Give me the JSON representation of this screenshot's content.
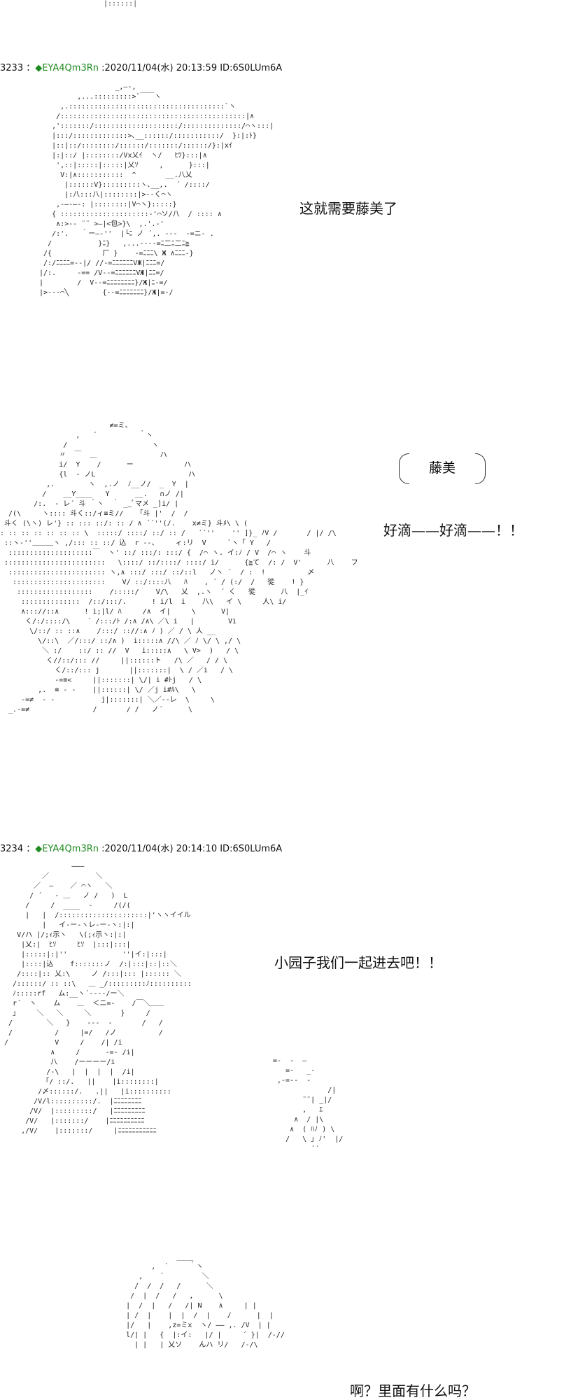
{
  "top_fragment": "|::::::|",
  "posts": [
    {
      "number": "3233",
      "sep": " ：",
      "diamond": "◆",
      "trip": "EYA4Qm3Rn",
      "meta": " :2020/11/04(水) 20:13:59 ID:6S0LUm6A"
    },
    {
      "number": "3234",
      "sep": " ：",
      "diamond": "◆",
      "trip": "EYA4Qm3Rn",
      "meta": " :2020/11/04(水) 20:14:10 ID:6S0LUm6A"
    }
  ],
  "dialogue": {
    "line1": "这就需要藤美了",
    "name_box": "藤美",
    "line2": "好滴——好滴——！！",
    "line3": "小园子我们一起进去吧！！",
    "line4": "啊？里面有什么吗？"
  },
  "art": {
    "figure1": "                   _,―-,\n          ,...:::::::::>¨￣￣ヽ\n      ,.:::::::::::::::::::::::::::::::::::::`ヽ\n     /::::::::::::::::::::::::::::::::::::::::::::|∧\n    ,':::::::/::::::::::::::::::::/::::::::::::::/⌒ヽ:::|\n    |:::/:::::::::::::>､__::::::/:::::::::::/  }:|:ﾄ}\n    |::|::/::::::::/::::::/:::::::/::::::/}:|xｲ\n    |:|::/ |::::::::/Vx乂ｲ  ヽ/   ﾋﾂ}:::|∧\n     ',::|:::::|:::::|乂ｿ     ,      }:::|\n      V:|∧:::::::::::  ^       __.八乂\n       |::::::V}:::::::::ヽ､__,.  ´ /::::/\n       |:八:::八|::::::::|>--く⌒ヽ\n     ,-―‐―‐: |::::::::|V⌒ヽ}:::::}\n    { :::::::::::::::::::::‐'⌒ソ/八  / :::: ∧\n     ∧:>‐‐ ¨¨ >―|<包>}\\  ,.'.-'\n    /:'.   ｀ー―‐''  |└ﾆ ノ ´,. ---  -=ニ‐ .\n   /           }ﾆ}   ,...-‐--=ﾆ二ﾆ二ﾆ≧\n  /{            厂 }    -=ﾆﾆﾆ\\ Ж ∧ﾆﾆﾆ-}\n  /:/ﾆﾆﾆﾆ=--|/ //‐=ﾆﾆﾆﾆﾆﾆVЖ|ﾆﾆﾆ=/\n |/:.     -== /V‐‐=ﾆﾆﾆﾆﾆﾆVЖ|ﾆﾆ=/\n |        /  V--=ﾆﾆﾆﾆﾆﾆﾆﾆ}/Ж|ﾆ-=/\n |>‐--⌒╲        {--=ﾆﾆﾆﾆﾆﾆﾆ}/Ж|=-/",
    "figure2": "                          ≠=ミ、\n                  ,   ´          ｀ヽ\n               /                    ヽ\n              〃  ￣  ＿               ハ\n              i/  Y    /      ー            ハ\n              {l  ‐ ノL                      ハ\n           ,.        ヽ  ,.ノ  ﾉ__ノ/  _  Y  |\n          /    __Y____   Y      __.   ∩ノ /|\n        /:.  ‐ レ´ 斗 ｀ヽ  ｀ __ﾟマメ _]i/ |\n  /(\\     ヽ:::: 斗く::/ィ≡ミ//   「斗 |'  /  /\n 斗く (\\ヽ) レ'} :: ::: ::/: :: / ∧ ´´''(/.    x≠ミ} 斗ﾒ\\ \\ (\n: :: :: :: :: :: :: \\  :::::/ ::::/ ::/ :: /   ´´''    '' ]}_ ﾉV /       / |/ /\\\n ::ヽ‐''＿＿＿ヽ ,/::: :: ::/ 込  r ‐‐、    ィ:リ  V     `ヽ「 Y   /\n  ::::::::::::::::::::￣  ヽ' ::/ :::/: :::/ {  /⌒ ヽ. イ:ﾉ / V  /⌒ ヽ    斗\n ::::::::::::::::::::::::   \\::::/ ::/::::/ ::::/ i/      {≧て  /: /  V'      八    フ\n  ::::::::::::::::::::::: ヽ,∧ :::/ :::/ ::/::l   ノヽ ´  / :  !          〆\n   ::::::::::::::::::::::    V/ ::/::::八   ﾊ    , ´ / (:/  /   從    ! }\n    ::::::::::::::::::    /:::::/    V/\\   乂  ,.ヽ  ´ く   從      八  |_ｲ\n     ::::::::::::::  /::/:::/.      ! i/l  i    八\\   イ \\     人\\ i/\n     ∧::://::∧      ! i;|l/ ﾊ     /∧  イ|     \\      V|\n      く/:/::::/\\    ´ /:::/ﾄ /:∧ /∧\\ ／\\ i   |        Vi\n       \\/::/ :: ::∧    /:::/ :://:∧ ﾉ ) ／ / \\ 人 __\n         \\/::\\  ／/:::/ ::/∧ )  i:::::∧ //\\ ／ ﾉ \\/ \\ ,/ \\\n          ＼ :/    ::/ :: //  V   i:::::∧   \\ V>  )   / \\\n           く//::/::: //     ||::::::ト   /\\ ／   / / \\\n             く/::/::: j       ||:::::::|  \\ / ／i   / \\\n             -=≡<     ||:::::::| \\/| i #ﾄj   / \\\n         ,.  ≡ ‐ ‐    ||::::::| \\/ ／j i#ﾙ\\   \\\n     -=≠  ‐ ‐           j|:::::::| ＼／-‐レ  \\     \\\n  _.-=≠               /       / /   ノ´      \\",
    "figure3": "                 ―――\n          ／           ＼\n        ／  ―    ／ ⌒ヽ   ＼\n       / ´   ‐ ＿   ノ /   )  L\n      /     /  ____  ‐     /(/(\n      |   |  /:::::::::::::::::::::|'ヽヽイイル\n          |   イ‐ー‐ヽレ‐ー‐ヽ:|:|\n    V/ハ |/;ｨ示ヽ   \\(;ｨ示ヽ:|:|\n     |乂:|  ﾋｿ     ﾋｿ  |:::|:::|\n     |:::::|:|''             ''|イ:|:::|\n     |::::|込    f:::::::ノ  /:|:::|::|::＼\n    /::::|:: 乂:\\     ノ /:::|::: |:::::: ＼\n   /::::::/ :: ::\\   ＿ _/:::::::::ﾉ::::::::::\n   ﾉ:::::rf   ム:__ヽ´‐---/ー＼\n   r´  ヽ    ム    ＿  ＜ニ=‐    /￣＼＿＿\n   」    ＼   ＼     ＼       }     /\n  /        ＼   }    ‐--  ‐       /   /\n  /          /     |=/   /ノ          /\n /           V     /    /| /i\n            ∧     /      ‐=‐ /i|\n            八    /ーーーー/i \n           /‐\\   |  |  |  |  /i|\n          「/ ::/.   ||    |i::::::::|\n         /〆::::::/.   .||   |i::::::::::\n        /V/l::::::::::/.  |ﾆﾆﾆﾆﾆﾆﾆﾆ\n       /V/  |:::::::::/   |ﾆﾆﾆﾆﾆﾆﾆﾆﾆ\n      /V/   |:::::::/    |ﾆﾆﾆﾆﾆﾆﾆﾆﾆﾆ\n     ,/V/    |:::::::/     |ﾆﾆﾆﾆﾆﾆﾆﾆﾆﾆﾆ",
    "figure3_right": "=-  ‐  ―\n   =-   _‐\n ,‐=-‐  ‐\n             /|\n       ¨¨| _|/\n       ,   ｴ\n     ∧  / |\\\n    ∧  ( ﾊﾉ ) \\\n   /   \\ ｣ ﾉ'  |/\n         ´´",
    "figure4": "                 ____\n           ,  ´     ｀ヽ\n        ,    ´         ＼\n       /  /  /   /      ＼\n      /  |  /   /   ,      \\\n     |  /  |   /   /| N    ∧     | |\n     | /  |    |  |  /  |    /      |  |\n     |/   |    ,z=ミx  ヽ/ ―― ,. /V  | |\n     l/| |   {  |:イ:   |/ |     ´ }|  /-//\n       | |   | 乂ソ    んハ リ/   /-/\\"
  }
}
